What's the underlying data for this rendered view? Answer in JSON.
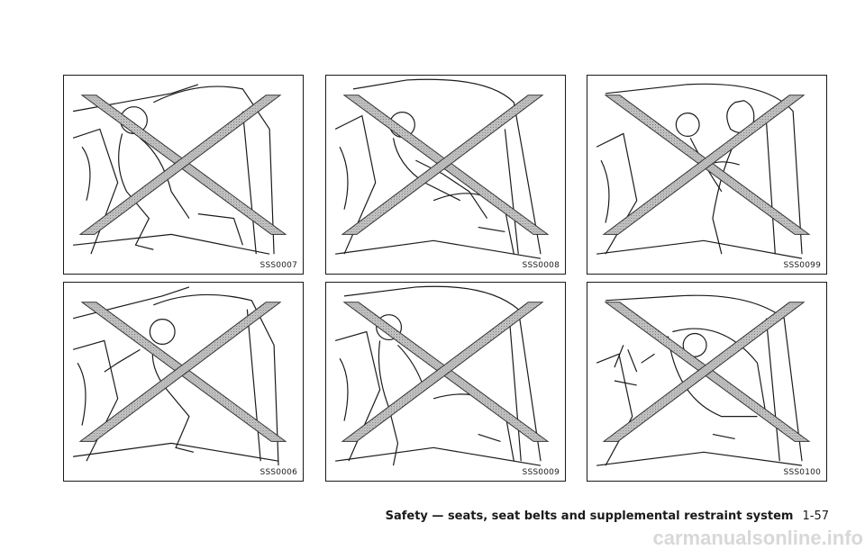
{
  "figures": [
    {
      "code": "SSS0007"
    },
    {
      "code": "SSS0008"
    },
    {
      "code": "SSS0099"
    },
    {
      "code": "SSS0006"
    },
    {
      "code": "SSS0009"
    },
    {
      "code": "SSS0100"
    }
  ],
  "footer": {
    "section_title": "Safety — seats, seat belts and supplemental restraint system",
    "page_number": "1-57"
  },
  "watermark": "carmanualsonline.info"
}
